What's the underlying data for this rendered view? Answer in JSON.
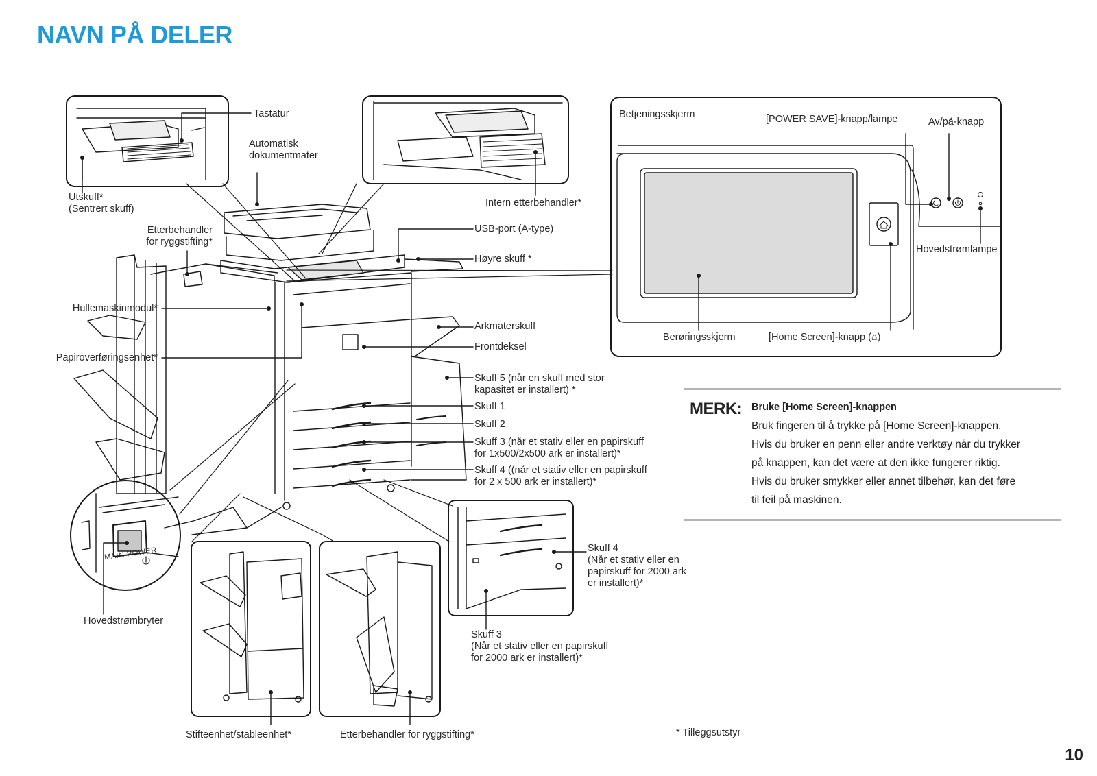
{
  "page": {
    "title": "NAVN PÅ DELER",
    "page_number": "10",
    "footnote": "* Tilleggsutstyr"
  },
  "labels": {
    "keyboard": "Tastatur",
    "adf": "Automatisk\ndokumentmater",
    "output_tray": "Utskuff*\n(Sentrert skuff)",
    "saddle_finisher_top": "Etterbehandler\nfor ryggstifting*",
    "punch_module": "Hullemaskinmodul*",
    "paper_transfer": "Papiroverføringsenhet*",
    "inner_finisher": "Intern etterbehandler*",
    "usb_port": "USB-port (A-type)",
    "right_tray": "Høyre skuff *",
    "bypass_tray": "Arkmaterskuff",
    "front_cover": "Frontdeksel",
    "tray5": "Skuff 5 (når en skuff med stor\nkapasitet er installert) *",
    "tray1": "Skuff 1",
    "tray2": "Skuff 2",
    "tray3": "Skuff 3 (når et stativ eller en papirskuff\nfor 1x500/2x500 ark er installert)*",
    "tray4": "Skuff 4 ((når et stativ eller en papirskuff\nfor 2 x 500 ark er installert)*",
    "main_power_switch": "Hovedstrømbryter",
    "main_power_text": "MAIN POWER",
    "stapler_stacker": "Stifteenhet/stableenhet*",
    "saddle_finisher_bottom": "Etterbehandler for ryggstifting*",
    "tray4_2000": "Skuff 4\n(Når et stativ eller en\npapirskuff for 2000 ark\ner installert)*",
    "tray3_2000": "Skuff 3\n(Når et stativ eller en papirskuff\nfor 2000 ark er installert)*"
  },
  "panel": {
    "operation_screen": "Betjeningsskjerm",
    "power_save": "[POWER SAVE]-knapp/lampe",
    "on_off": "Av/på-knapp",
    "main_power_lamp": "Hovedstrømlampe",
    "touch_screen": "Berøringsskjerm",
    "home_screen_button": "[Home Screen]-knapp (⌂)"
  },
  "note": {
    "label": "MERK:",
    "heading": "Bruke [Home Screen]-knappen",
    "lines": [
      "Bruk fingeren til å trykke på [Home Screen]-knappen.",
      "Hvis du bruker en penn eller andre verktøy når du trykker",
      "på knappen, kan det være at den ikke fungerer riktig.",
      "Hvis du bruker smykker eller annet tilbehør, kan det føre",
      "til feil på maskinen."
    ]
  },
  "colors": {
    "title": "#1e9ad6",
    "line": "#1a1a1a",
    "rule": "#b5b5b5"
  }
}
